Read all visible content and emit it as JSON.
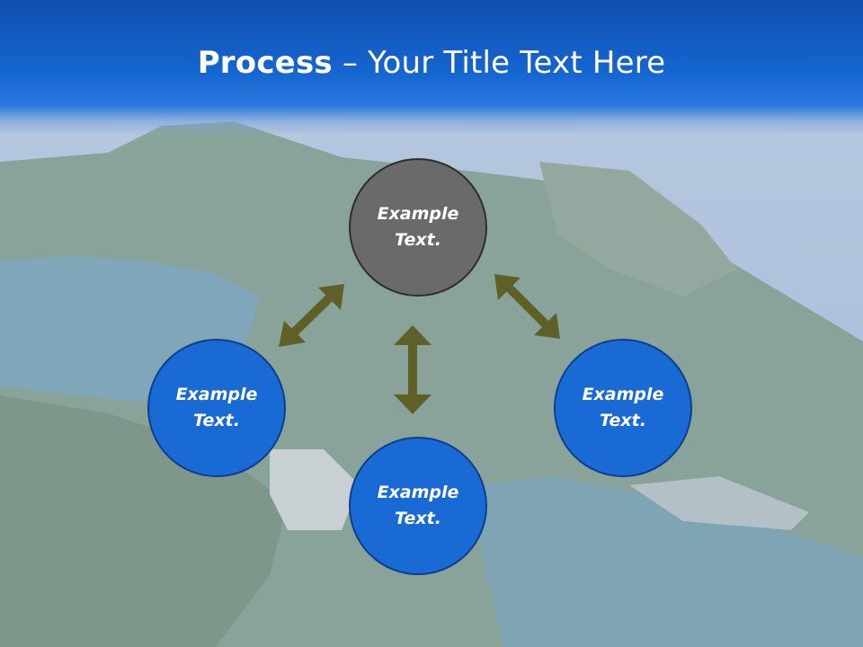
{
  "slide": {
    "title_bold": "Process",
    "title_rest": " – Your Title Text Here"
  },
  "diagram": {
    "nodes": [
      {
        "id": "top",
        "label": "Example Text.",
        "color": "#6a6a6a"
      },
      {
        "id": "left",
        "label": "Example Text.",
        "color": "#1a6ad6"
      },
      {
        "id": "bottom",
        "label": "Example Text.",
        "color": "#1a6ad6"
      },
      {
        "id": "right",
        "label": "Example Text.",
        "color": "#1a6ad6"
      }
    ],
    "arrow_color": "#5f5f28"
  }
}
